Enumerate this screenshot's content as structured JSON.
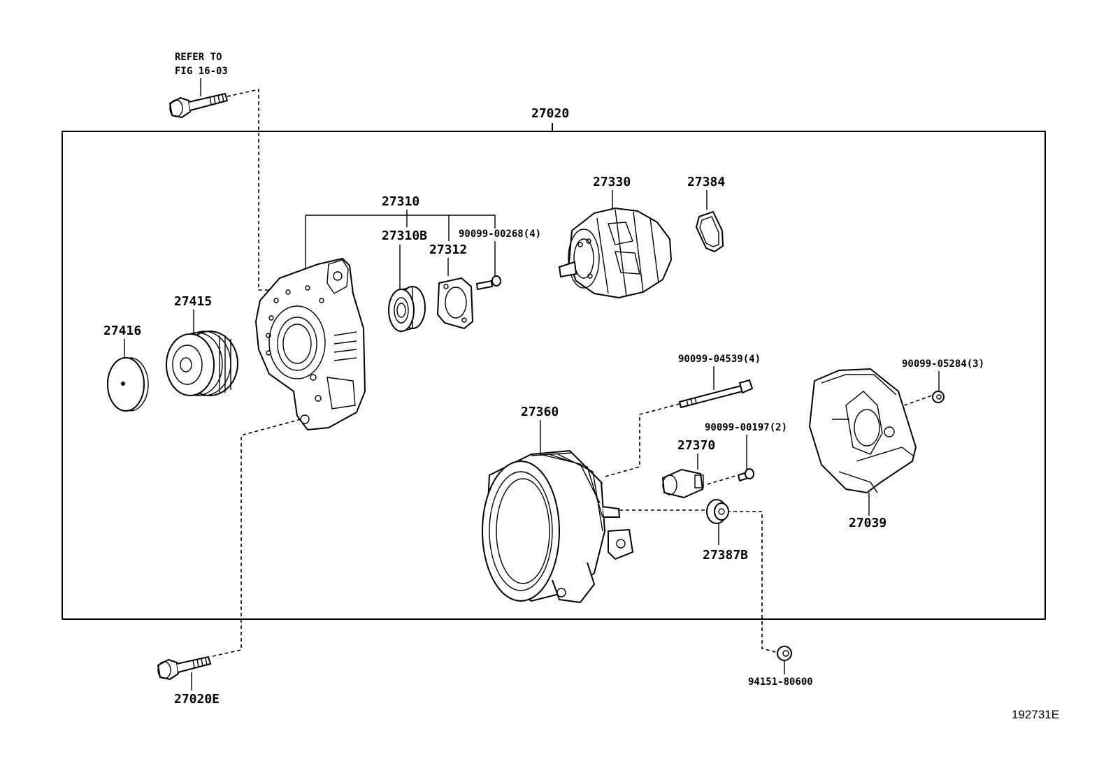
{
  "diagram": {
    "refer_note_line1": "REFER TO",
    "refer_note_line2": "FIG 16-03",
    "assembly_label": "27020",
    "figure_id": "192731E",
    "parts": {
      "p27310": "27310",
      "p27310B": "27310B",
      "p27312": "27312",
      "p90099_00268": "90099-00268(4)",
      "p27330": "27330",
      "p27384": "27384",
      "p27415": "27415",
      "p27416": "27416",
      "p90099_04539": "90099-04539(4)",
      "p90099_05284": "90099-05284(3)",
      "p27360": "27360",
      "p90099_00197": "90099-00197(2)",
      "p27370": "27370",
      "p27387B": "27387B",
      "p27039": "27039",
      "p27020E": "27020E",
      "p94151_80600": "94151-80600"
    }
  }
}
